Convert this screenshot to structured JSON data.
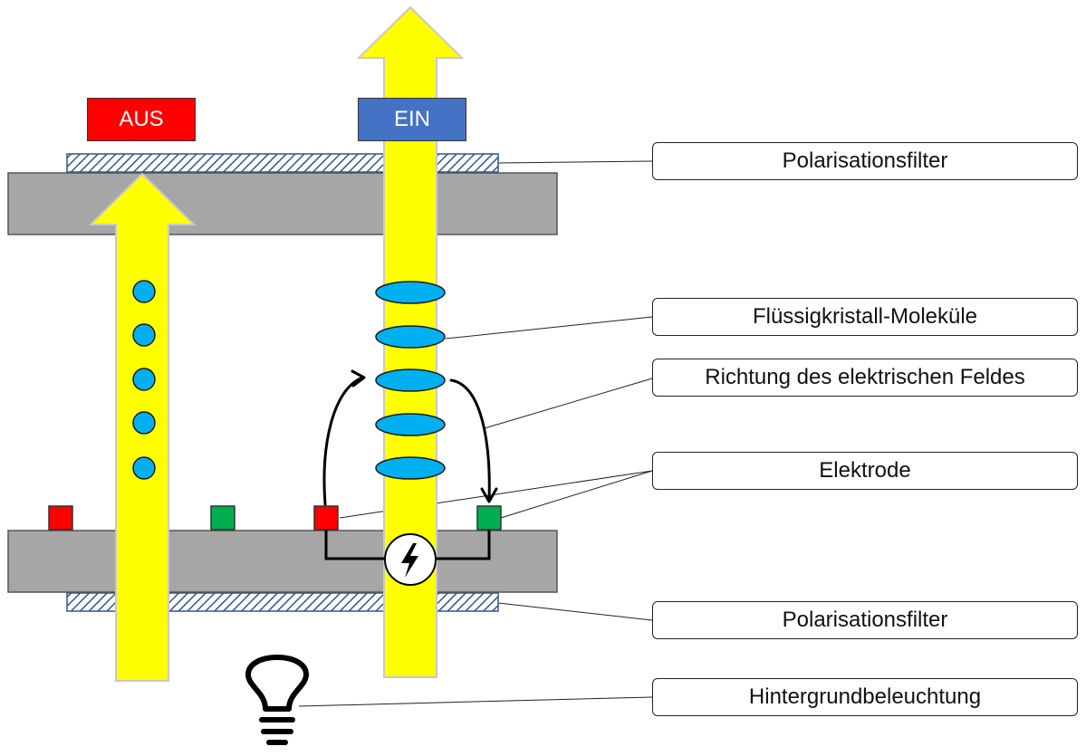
{
  "states": {
    "off": {
      "label": "AUS",
      "color": "#ff0000"
    },
    "on": {
      "label": "EIN",
      "color": "#4472c4"
    }
  },
  "callouts": {
    "polarizer_top": "Polarisationsfilter",
    "lc_molecules": "Flüssigkristall-Moleküle",
    "field_direction": "Richtung des elektrischen Feldes",
    "electrode": "Elektrode",
    "polarizer_bottom": "Polarisationsfilter",
    "backlight": "Hintergrundbeleuchtung"
  },
  "colors": {
    "light_beam": "#ffff00",
    "beam_outline": "#c8c8c8",
    "glass_substrate": "#a6a6a6",
    "molecule": "#00b0f0",
    "electrode_positive": "#ff0000",
    "electrode_negative": "#00b050",
    "polarizer_hatch": "#2f5597"
  },
  "icons": {
    "voltage_source": "lightning-bolt-icon",
    "backlight": "light-bulb-icon"
  }
}
